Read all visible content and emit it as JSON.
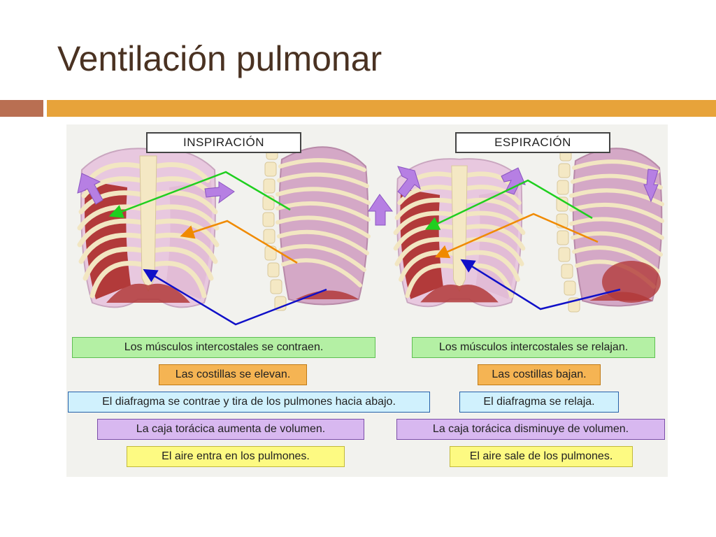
{
  "title": "Ventilación pulmonar",
  "diagram": {
    "inspiration": {
      "header": "INSPIRACIÓN",
      "captions": {
        "muscles": "Los músculos intercostales se contraen.",
        "ribs": "Las costillas se elevan.",
        "diaphragm": "El diafragma se contrae y tira de los pulmones hacia abajo.",
        "volume": "La caja torácica aumenta de volumen.",
        "air": "El aire entra en los pulmones."
      }
    },
    "expiration": {
      "header": "ESPIRACIÓN",
      "captions": {
        "muscles": "Los músculos intercostales se relajan.",
        "ribs": "Las costillas bajan.",
        "diaphragm": "El diafragma se relaja.",
        "volume": "La caja torácica disminuye de volumen.",
        "air": "El aire sale de los pulmones."
      }
    },
    "colors": {
      "muscles": "#b4f0a4",
      "ribs": "#f5b453",
      "diaphragm": "#d0f1fd",
      "volume": "#d8b8f0",
      "air": "#fdfa82",
      "arrow_green": "#1fcf1f",
      "arrow_orange": "#f08a00",
      "arrow_blue": "#1010c8",
      "motion_arrow": "#b67fe3"
    }
  }
}
